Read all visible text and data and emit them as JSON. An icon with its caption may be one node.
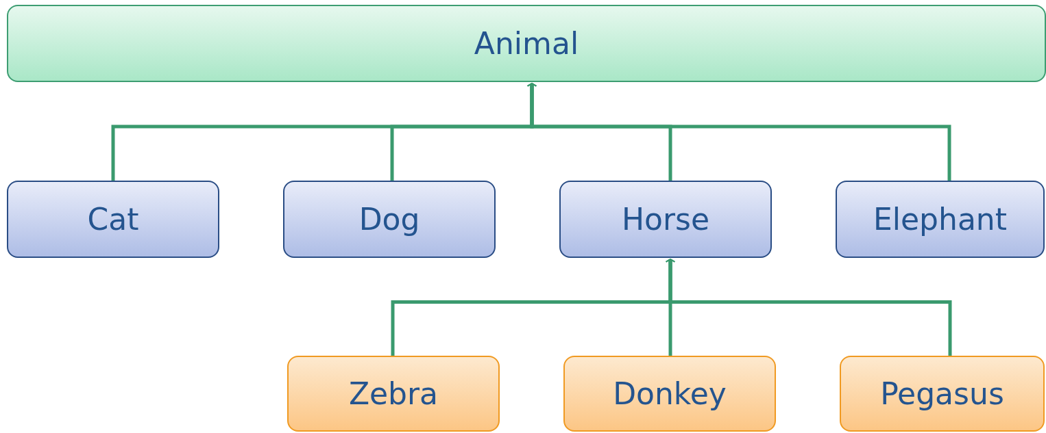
{
  "diagram": {
    "nodes": [
      {
        "text": [
          "Animal"
        ]
      },
      {
        "text": [
          "Cat"
        ]
      },
      {
        "text": [
          "Dog"
        ]
      },
      {
        "text": [
          "Horse"
        ]
      },
      {
        "text": [
          "Elephant"
        ]
      },
      {
        "text": [
          "Zebra"
        ]
      },
      {
        "text": [
          "Donkey"
        ]
      },
      {
        "text": [
          "Pegasus"
        ]
      }
    ],
    "edges": [
      {
        "from": 1,
        "to": 0,
        "arrow": "to"
      },
      {
        "from": 2,
        "to": 0,
        "arrow": "to"
      },
      {
        "from": 3,
        "to": 0,
        "arrow": "to"
      },
      {
        "from": 4,
        "to": 0,
        "arrow": "to"
      },
      {
        "from": 5,
        "to": 3,
        "arrow": "to"
      },
      {
        "from": 6,
        "to": 3,
        "arrow": "to"
      },
      {
        "from": 7,
        "to": 3,
        "arrow": "to"
      }
    ]
  }
}
